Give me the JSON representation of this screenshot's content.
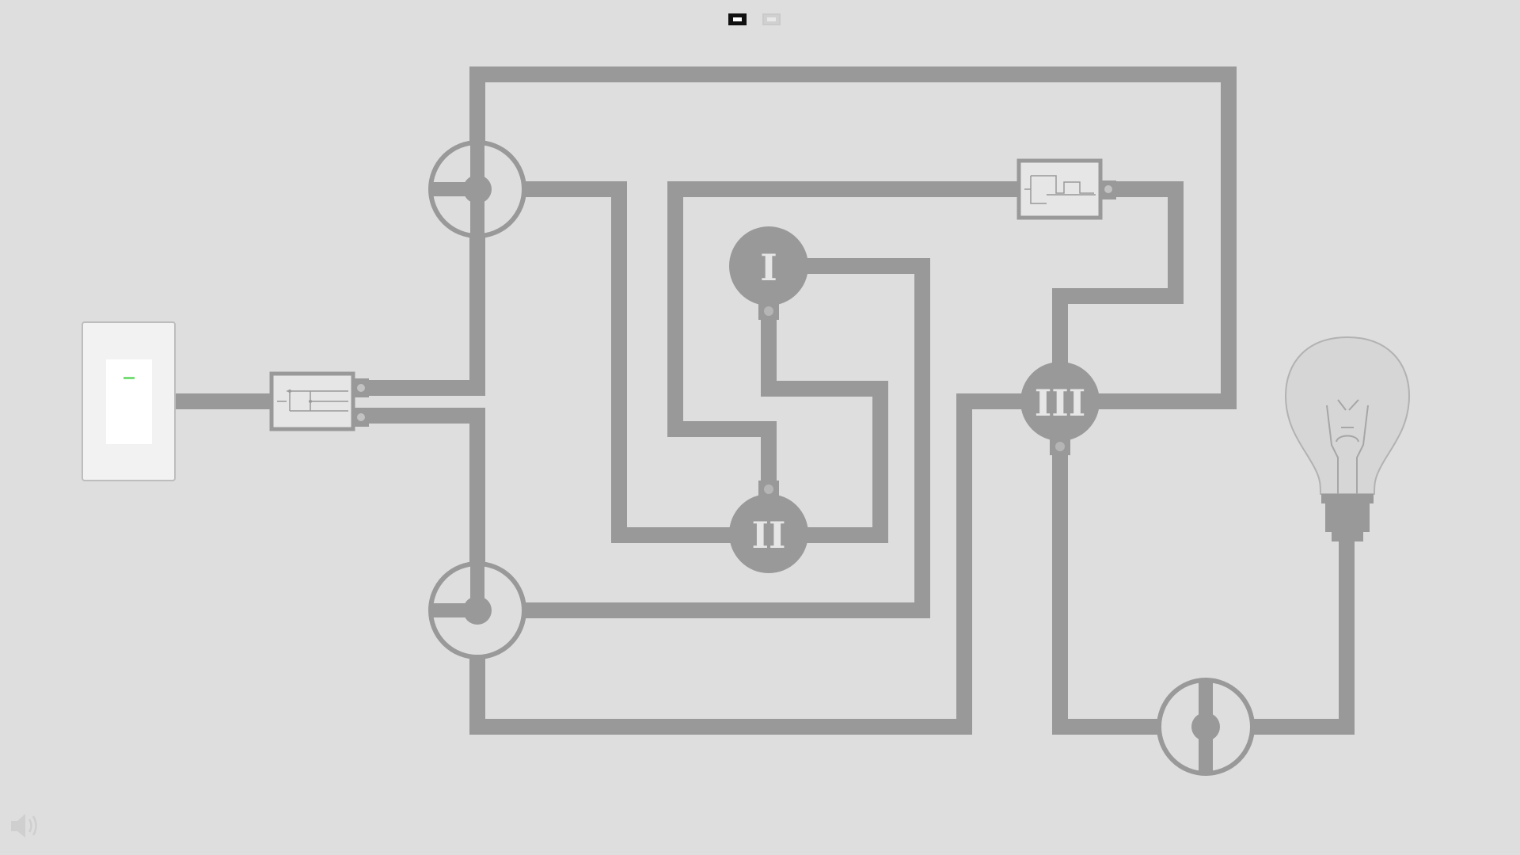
{
  "level_indicator": [
    {
      "name": "level-1",
      "state": "active"
    },
    {
      "name": "level-2",
      "state": "inactive"
    }
  ],
  "rotors": [
    {
      "id": "rotor-1",
      "label": "I"
    },
    {
      "id": "rotor-2",
      "label": "II"
    },
    {
      "id": "rotor-3",
      "label": "III"
    }
  ],
  "power_switch": {
    "indicator": "green-led",
    "state": "on"
  },
  "bulb": {
    "state": "off"
  },
  "sound": {
    "icon": "speaker-icon"
  },
  "colors": {
    "background": "#dedede",
    "wire": "#999999",
    "indicator": "#77dd77",
    "rotor_label": "#e6e6e6"
  }
}
